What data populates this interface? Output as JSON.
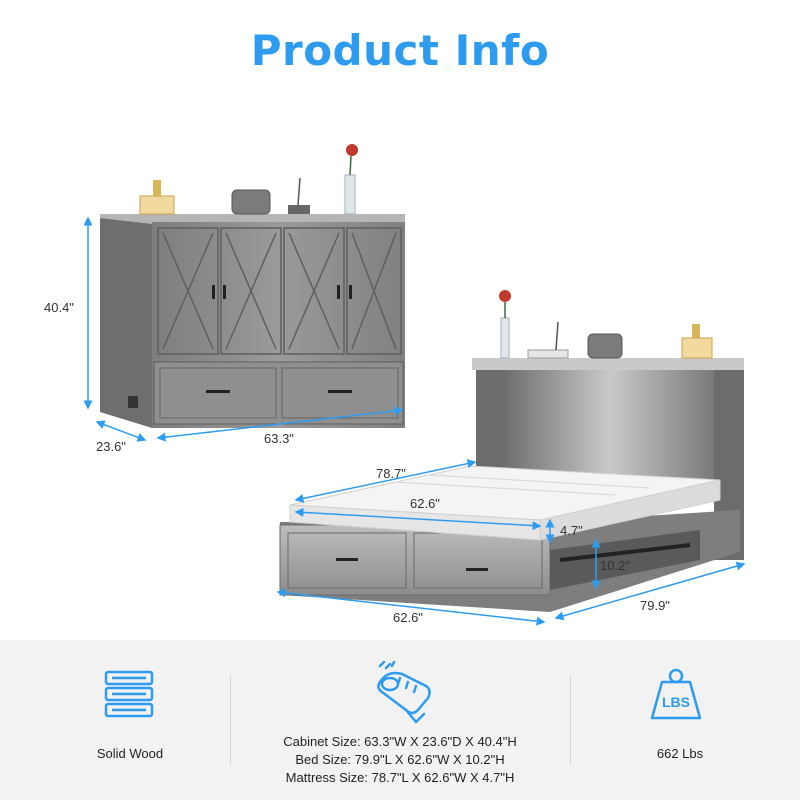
{
  "title": "Product Info",
  "cabinet_dims": {
    "height": "40.4\"",
    "depth": "23.6\"",
    "width": "63.3\""
  },
  "bed_dims": {
    "length": "78.7\"",
    "mattress_width": "62.6\"",
    "mattress_thickness": "4.7\"",
    "bed_height": "10.2\"",
    "bed_width": "62.6\"",
    "bed_length": "79.9\""
  },
  "features": {
    "material": {
      "icon": "stacked-wood-icon",
      "label": "Solid Wood"
    },
    "sizes": {
      "icon": "measuring-tape-icon",
      "lines": [
        "Cabinet Size: 63.3\"W X 23.6\"D X 40.4\"H",
        "Bed Size: 79.9\"L X 62.6\"W X 10.2\"H",
        "Mattress Size: 78.7\"L X 62.6\"W X 4.7\"H"
      ]
    },
    "weight": {
      "icon": "weight-icon",
      "icon_text": "LBS",
      "label": "662 Lbs"
    }
  },
  "colors": {
    "accent": "#2d9cf0",
    "wood": "#8a8a8a",
    "panel_bg": "#f2f2f2"
  }
}
